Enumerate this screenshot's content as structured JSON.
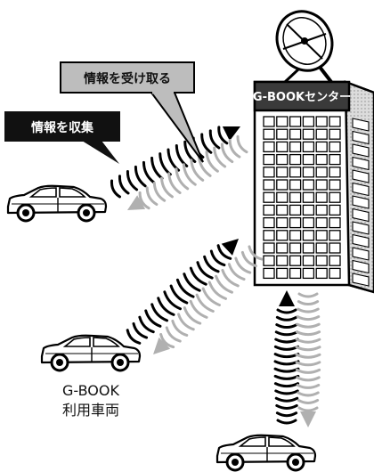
{
  "callouts": {
    "receive": "情報を受け取る",
    "collect": "情報を収集"
  },
  "center": {
    "sign": "G-BOOKセンター"
  },
  "vehicle_caption": {
    "line1": "G-BOOK",
    "line2": "利用車両"
  },
  "colors": {
    "outline": "#000000",
    "building_fill": "#ffffff",
    "building_shade": "#d9d9d9",
    "sign_fill": "#3a3a3a",
    "callout_gray": "#bdbdbd",
    "callout_black": "#111111",
    "wave_black": "#000000",
    "wave_gray": "#b0b0b0"
  }
}
